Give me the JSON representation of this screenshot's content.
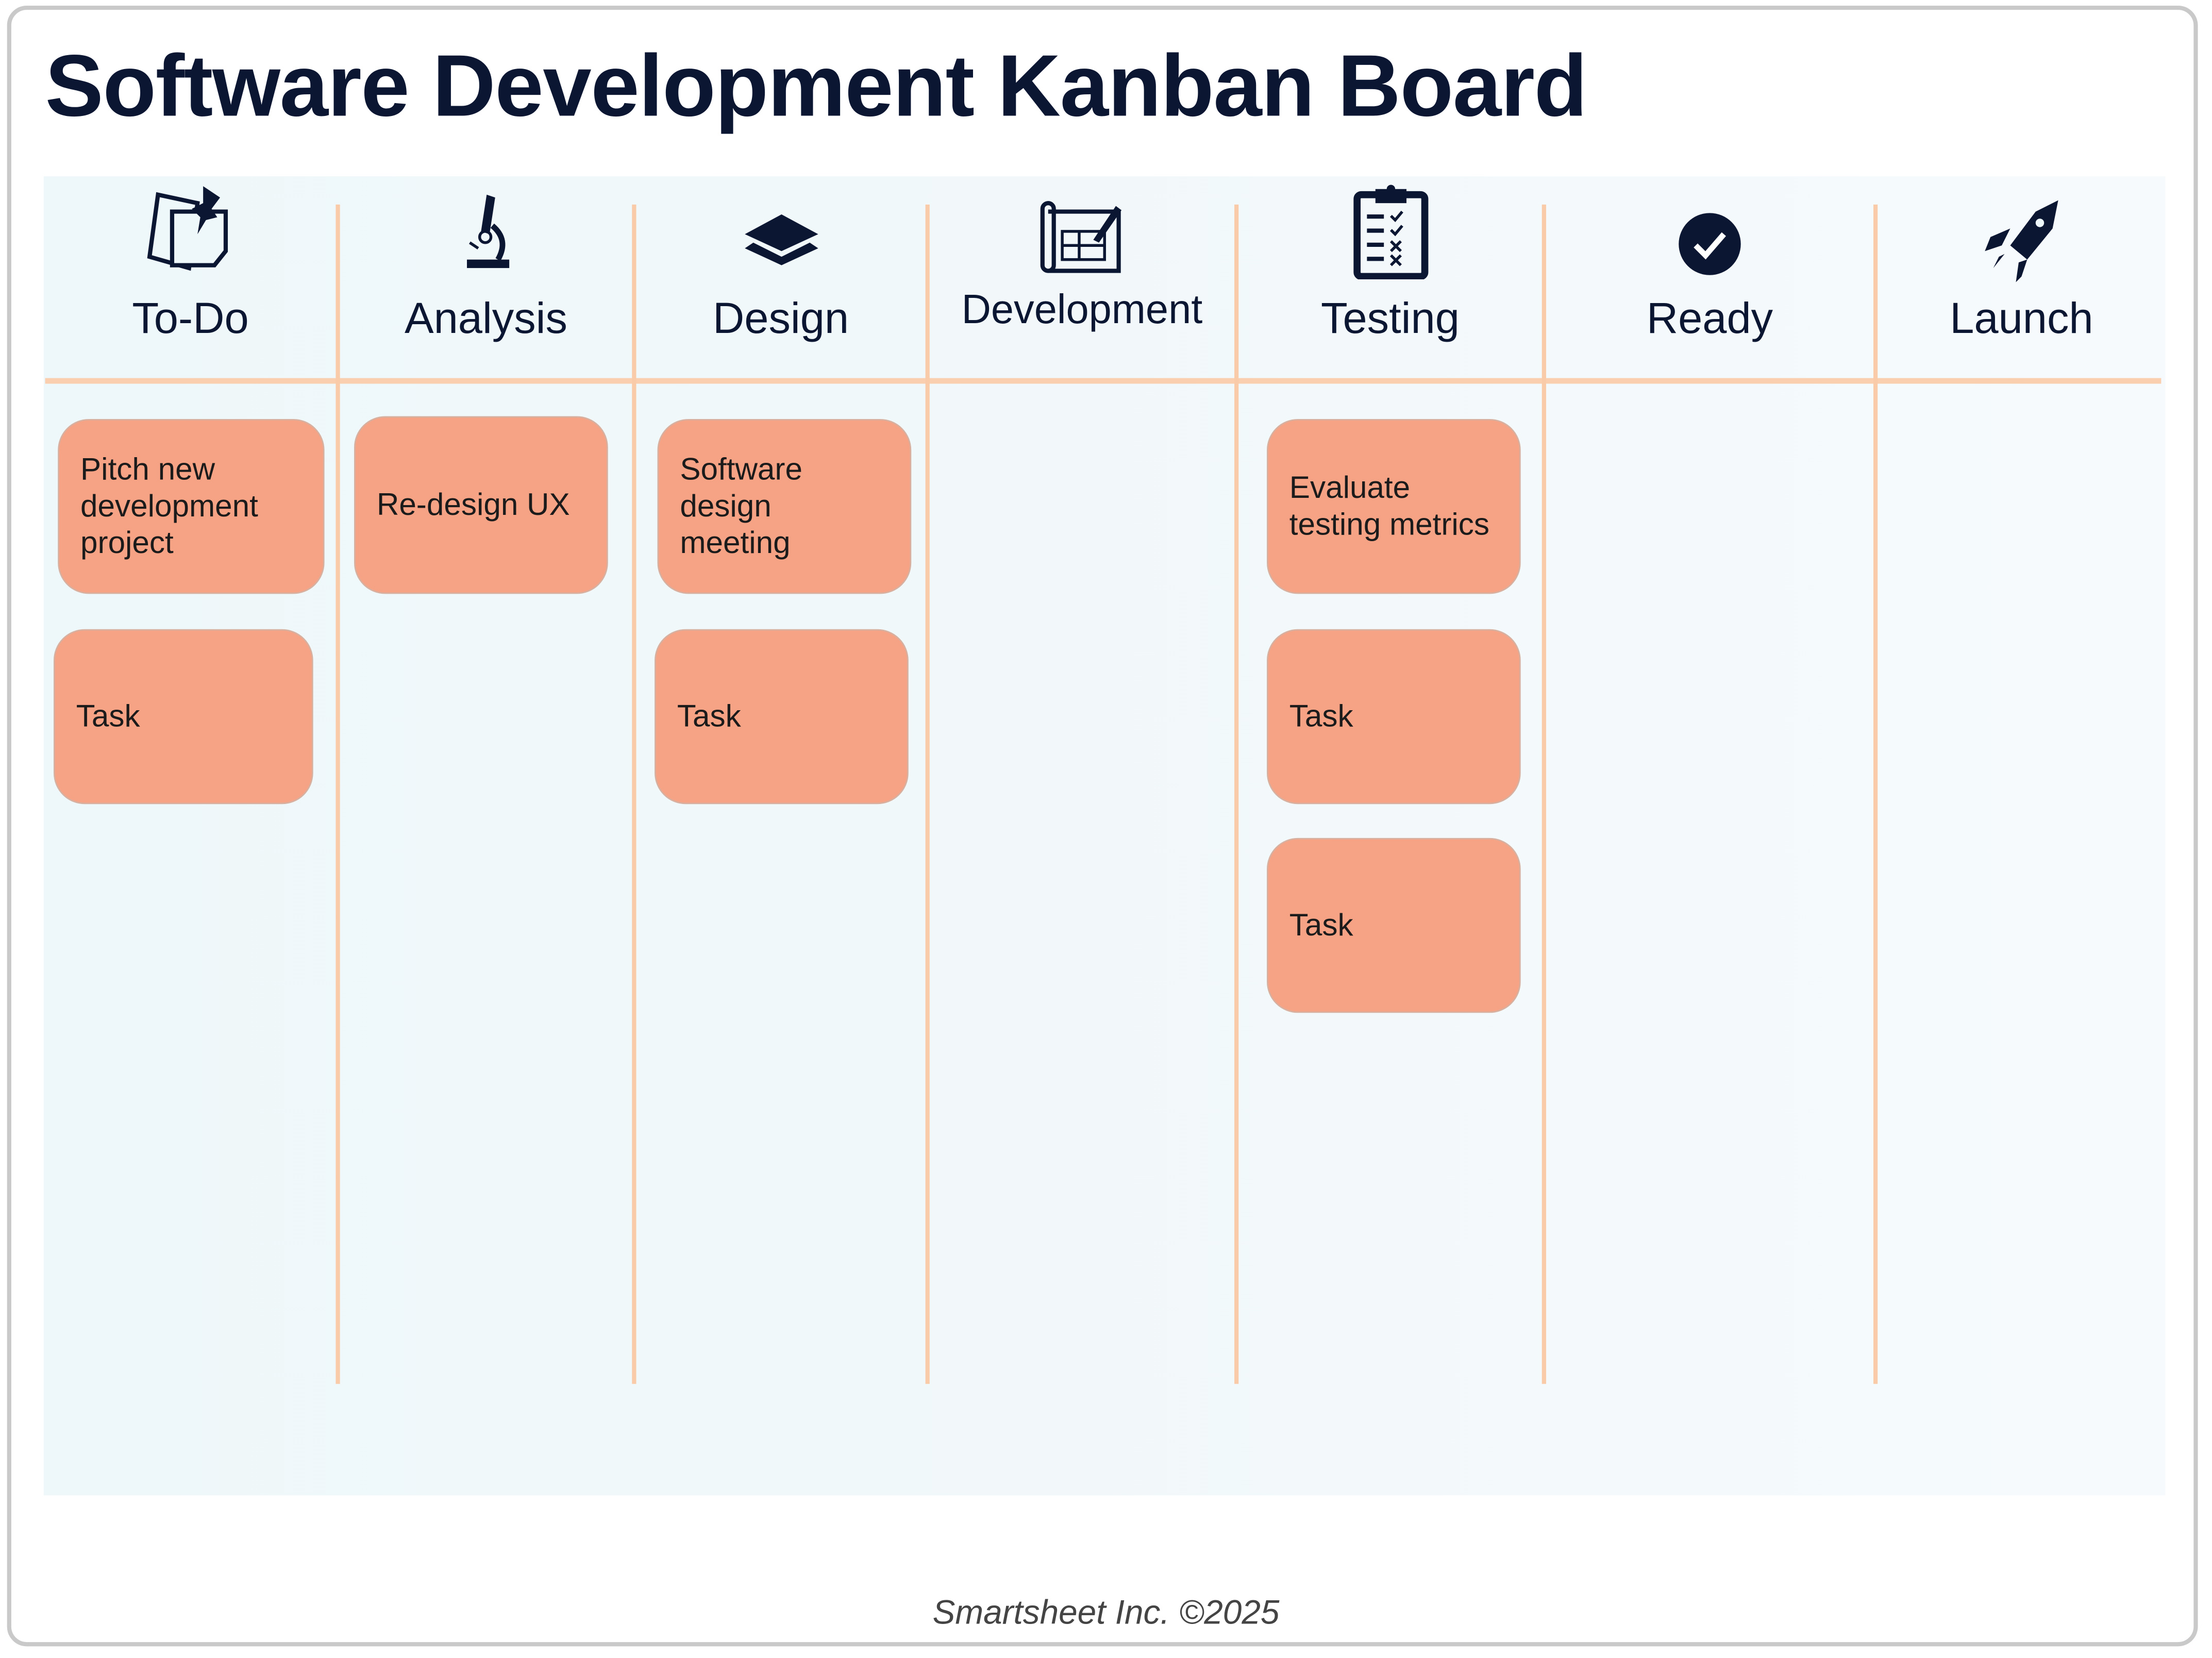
{
  "title": "Software Development Kanban Board",
  "columns": [
    {
      "label": "To-Do",
      "icon": "sticky-note-pin-icon"
    },
    {
      "label": "Analysis",
      "icon": "microscope-icon"
    },
    {
      "label": "Design",
      "icon": "layers-icon"
    },
    {
      "label": "Development",
      "icon": "blueprint-icon"
    },
    {
      "label": "Testing",
      "icon": "clipboard-checklist-icon"
    },
    {
      "label": "Ready",
      "icon": "check-circle-icon"
    },
    {
      "label": "Launch",
      "icon": "rocket-icon"
    }
  ],
  "cards": {
    "todo": [
      "Pitch new development project",
      "Task"
    ],
    "analysis": [
      "Re-design UX"
    ],
    "design": [
      "Software design meeting",
      "Task"
    ],
    "testing": [
      "Evaluate testing metrics",
      "Task",
      "Task"
    ]
  },
  "footer": "Smartsheet Inc. ©2025",
  "colors": {
    "card": "#f6a284",
    "divider": "#f9cfb0",
    "text": "#0b1633"
  }
}
